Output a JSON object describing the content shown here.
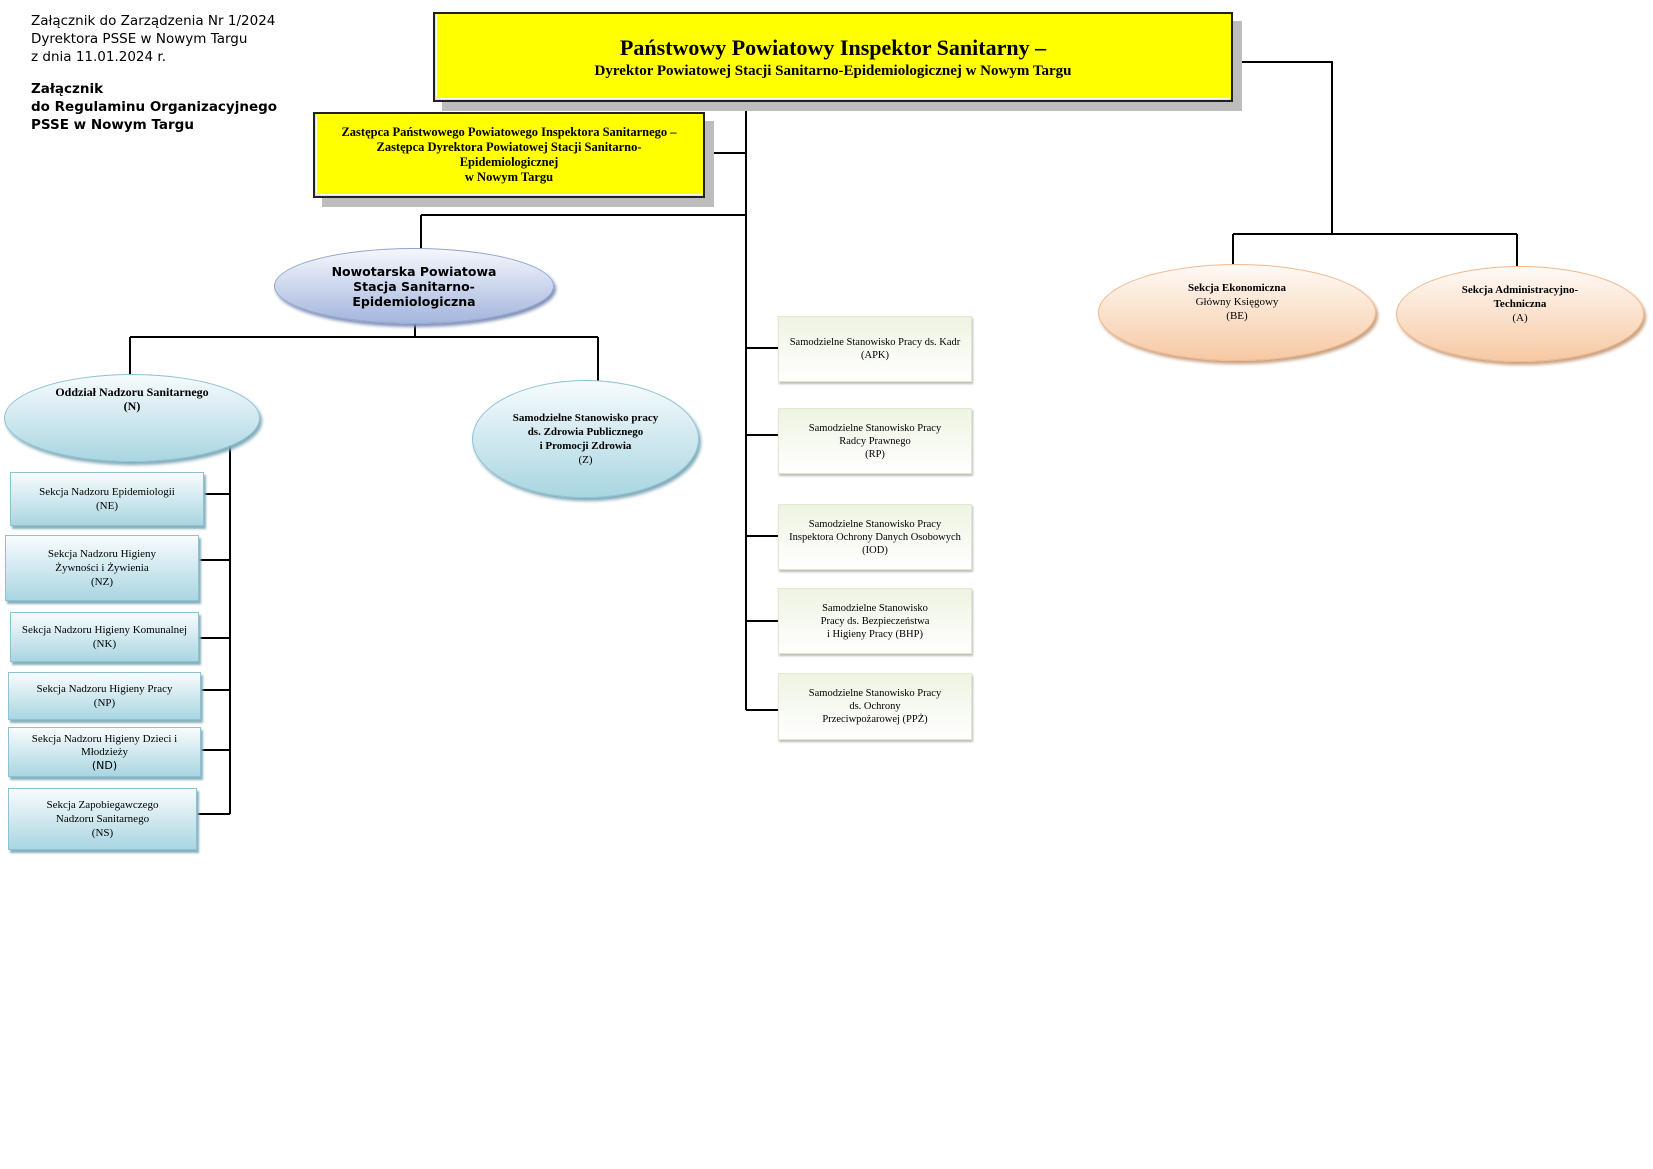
{
  "header": {
    "line1": "Załącznik do Zarządzenia Nr 1/2024",
    "line2": "Dyrektora PSSE w Nowym Targu",
    "line3": "z dnia 11.01.2024 r.",
    "bold1": "Załącznik",
    "bold2": "do Regulaminu Organizacyjnego",
    "bold3": "PSSE w Nowym Targu"
  },
  "top": {
    "title": "Państwowy Powiatowy Inspektor Sanitarny –",
    "subtitle": "Dyrektor Powiatowej Stacji Sanitarno-Epidemiologicznej w Nowym Targu"
  },
  "deputy": {
    "line1": "Zastępca Państwowego Powiatowego Inspektora Sanitarnego –",
    "line2": "Zastępca Dyrektora Powiatowej Stacji Sanitarno-",
    "line3": "Epidemiologicznej",
    "line4": "w Nowym Targu"
  },
  "station": {
    "line1": "Nowotarska Powiatowa",
    "line2": "Stacja Sanitarno-",
    "line3": "Epidemiologiczna"
  },
  "division": {
    "line1": "Oddział Nadzoru Sanitarnego",
    "line2": "(N)"
  },
  "health": {
    "line1": "Samodzielne Stanowisko pracy",
    "line2": "ds.  Zdrowia Publicznego",
    "line3": "i Promocji Zdrowia",
    "line4": "(Z)"
  },
  "sections": [
    {
      "l1": "Sekcja Nadzoru Epidemiologii",
      "l2": "",
      "code": "(NE)"
    },
    {
      "l1": "Sekcja Nadzoru Higieny",
      "l2": "Żywności i Żywienia",
      "code": "(NZ)"
    },
    {
      "l1": "Sekcja Nadzoru Higieny Komunalnej",
      "l2": "",
      "code": "(NK)"
    },
    {
      "l1": "Sekcja Nadzoru Higieny Pracy",
      "l2": "",
      "code": "(NP)"
    },
    {
      "l1": "Sekcja Nadzoru Higieny Dzieci i",
      "l2": "Młodzieży",
      "code": "(ND)"
    },
    {
      "l1": "Sekcja Zapobiegawczego",
      "l2": "Nadzoru Sanitarnego",
      "code": "(NS)"
    }
  ],
  "posts": [
    {
      "l1": "Samodzielne Stanowisko Pracy ds. Kadr",
      "l2": "",
      "l3": "(APK)"
    },
    {
      "l1": "Samodzielne Stanowisko Pracy",
      "l2": "Radcy Prawnego",
      "l3": "(RP)"
    },
    {
      "l1": "Samodzielne Stanowisko Pracy",
      "l2": "Inspektora Ochrony Danych Osobowych",
      "l3": "(IOD)"
    },
    {
      "l1": "Samodzielne Stanowisko",
      "l2": "Pracy ds. Bezpieczeństwa",
      "l3": "i Higieny Pracy (BHP)"
    },
    {
      "l1": "Samodzielne Stanowisko Pracy",
      "l2": "ds. Ochrony",
      "l3": "Przeciwpożarowej (PPŻ)"
    }
  ],
  "economic": {
    "line1": "Sekcja Ekonomiczna",
    "line2": "Główny Księgowy",
    "line3": "(BE)"
  },
  "admin": {
    "line1": "Sekcja Administracyjno-",
    "line2": "Techniczna",
    "line3": "(A)"
  }
}
